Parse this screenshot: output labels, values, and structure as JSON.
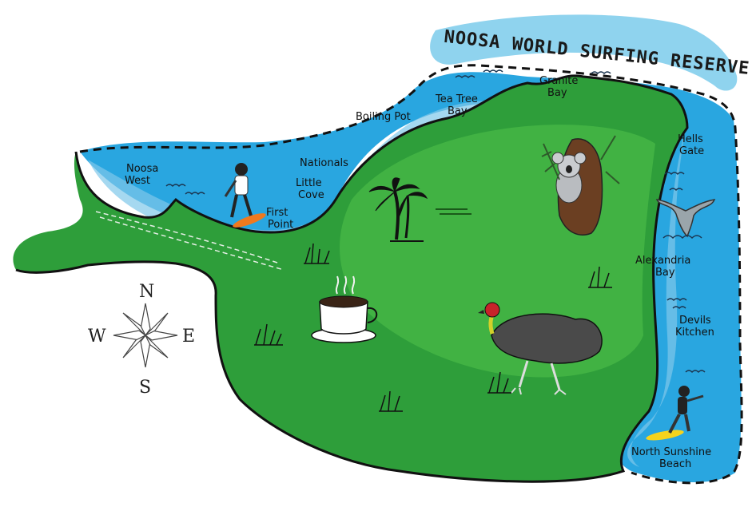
{
  "banner": {
    "title": "NOOSA WORLD SURFING RESERVE"
  },
  "places": {
    "noosa_west": [
      "Noosa",
      "West"
    ],
    "nationals": [
      "Nationals"
    ],
    "little_cove": [
      "Little",
      "Cove"
    ],
    "first_point": [
      "First",
      "Point"
    ],
    "boiling_pot": [
      "Boiling Pot"
    ],
    "tea_tree_bay": [
      "Tea Tree",
      "Bay"
    ],
    "granite_bay": [
      "Granite",
      "Bay"
    ],
    "hells_gate": [
      "Hells",
      "Gate"
    ],
    "alexandria_bay": [
      "Alexandria",
      "Bay"
    ],
    "devils_kitchen": [
      "Devils",
      "Kitchen"
    ],
    "north_sunshine_beach": [
      "North Sunshine",
      "Beach"
    ]
  },
  "compass": {
    "north": "N",
    "south": "S",
    "east": "E",
    "west": "W"
  },
  "colors": {
    "ocean": "#29a6e0",
    "ocean_light": "#7fc8ea",
    "land": "#2e9e3a",
    "land_light": "#4fbf4a",
    "banner": "#8fd3ee"
  },
  "icons": [
    "surfer-icon",
    "koala-icon",
    "palm-trees-icon",
    "coffee-cup-icon",
    "brush-turkey-icon",
    "whale-tail-icon",
    "grass-tuft-icon",
    "compass-rose-icon"
  ]
}
